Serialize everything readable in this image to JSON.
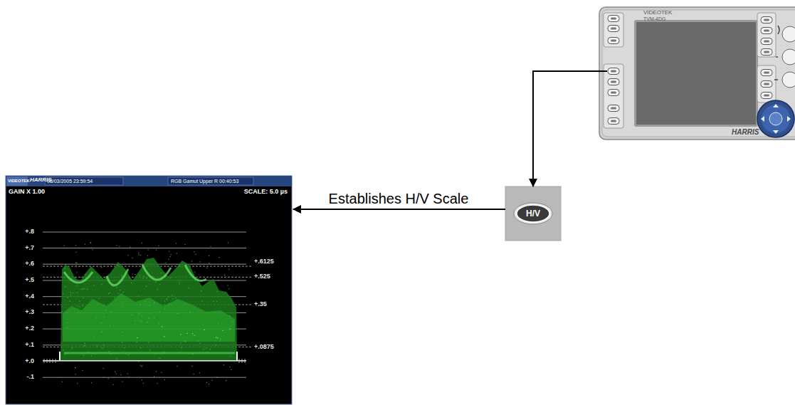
{
  "diagram": {
    "nodes": [
      {
        "text": [
          "VIDEOTEK",
          "TVM-4DG",
          "HARRIS"
        ]
      },
      {
        "text": [
          "H/V"
        ]
      },
      {
        "text": [
          "VIDEOTEK",
          "HARRIS",
          "08/03/2005 23:59:54",
          "RGB Gamut Upper R 00:40:53",
          "GAIN X 1.00",
          "SCALE: 5.0 µs"
        ]
      }
    ],
    "edges": [
      {
        "from": 0,
        "to": 1,
        "arrow": "to"
      },
      {
        "from": 1,
        "to": 2,
        "label": "Establishes H/V Scale",
        "arrow": "to"
      }
    ],
    "labels": [
      "+.8",
      "+.7",
      "+.6",
      "+.5",
      "+.4",
      "+.3",
      "+.2",
      "+.1",
      "+.0",
      "-.1",
      "+.6125",
      "+.525",
      "+.35",
      "+.0875"
    ]
  }
}
